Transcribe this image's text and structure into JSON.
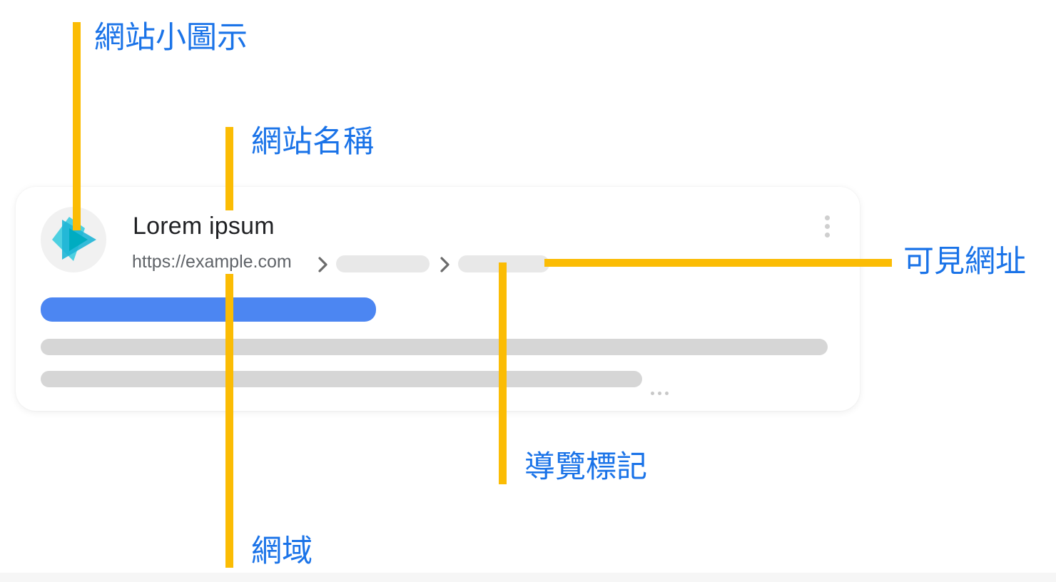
{
  "labels": {
    "favicon": "網站小圖示",
    "site_name": "網站名稱",
    "visible_url": "可見網址",
    "breadcrumb": "導覽標記",
    "domain": "網域"
  },
  "result": {
    "site_name": "Lorem ipsum",
    "url_domain": "https://example.com"
  },
  "colors": {
    "callout": "#fbbc04",
    "label_text": "#1a73e8",
    "title_bar": "#4c86f2",
    "snippet_bar": "#d6d6d6"
  },
  "icons": [
    "favicon-play-icon",
    "chevron-right-icon",
    "kebab-menu-icon",
    "ellipsis-icon"
  ]
}
